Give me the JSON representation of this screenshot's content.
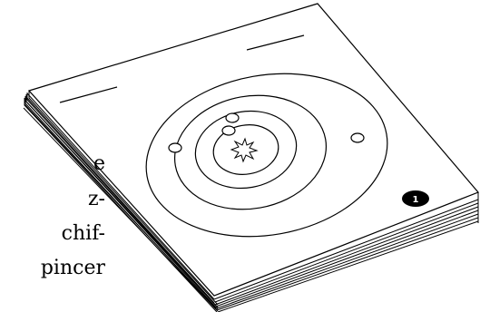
{
  "background_color": "#ffffff",
  "ink_color": "#000000",
  "paper_color": "#ffffff",
  "margin_text": [
    "e",
    "z-",
    "chif-",
    "pincer"
  ],
  "page_badge": {
    "icon": "page-number-badge-icon",
    "number": "1"
  },
  "icons": {
    "sun": "starburst-sun-icon",
    "planets": "planet-ellipse-icon"
  }
}
